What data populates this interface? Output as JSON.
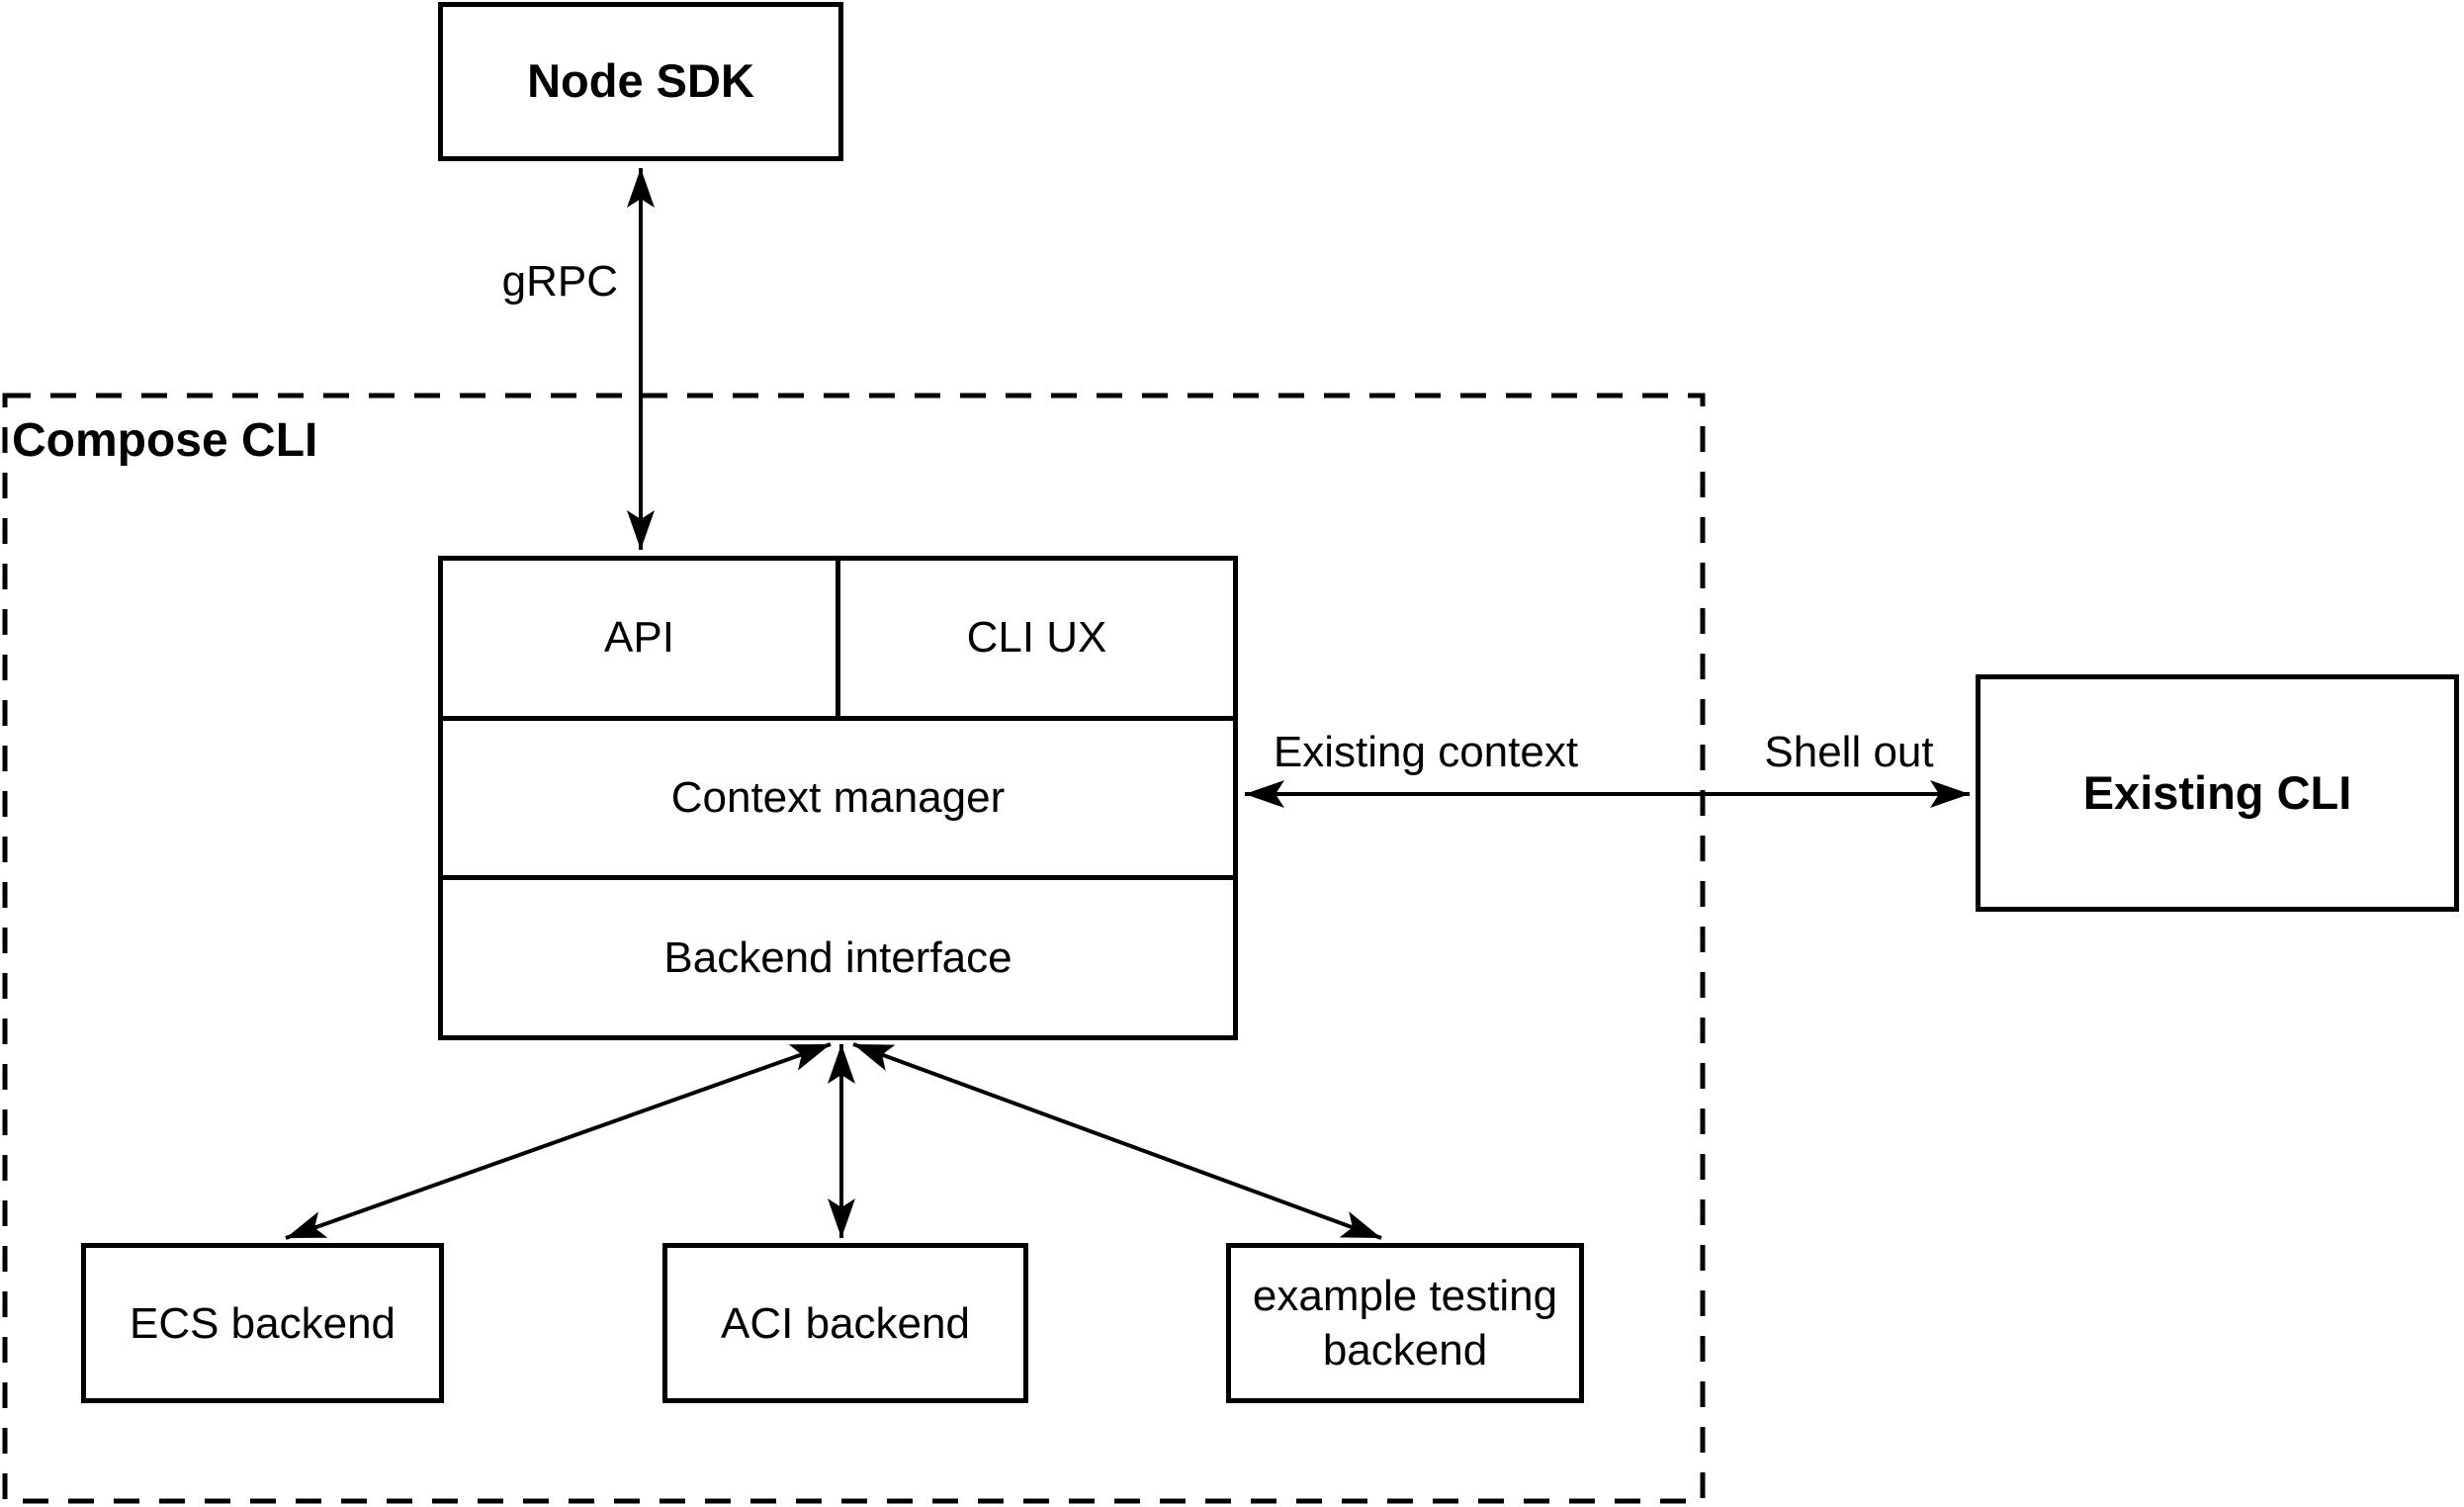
{
  "diagram": {
    "nodes": {
      "node_sdk": "Node SDK",
      "compose_cli": "Compose CLI",
      "api": "API",
      "cli_ux": "CLI UX",
      "context_manager": "Context manager",
      "backend_interface": "Backend interface",
      "existing_cli": "Existing CLI",
      "ecs_backend": "ECS backend",
      "aci_backend": "ACI backend",
      "example_testing_backend": "example testing backend"
    },
    "edge_labels": {
      "grpc": "gRPC",
      "existing_context": "Existing context",
      "shell_out": "Shell out"
    },
    "colors": {
      "line": "#000000",
      "background": "#ffffff",
      "text": "#000000"
    }
  }
}
